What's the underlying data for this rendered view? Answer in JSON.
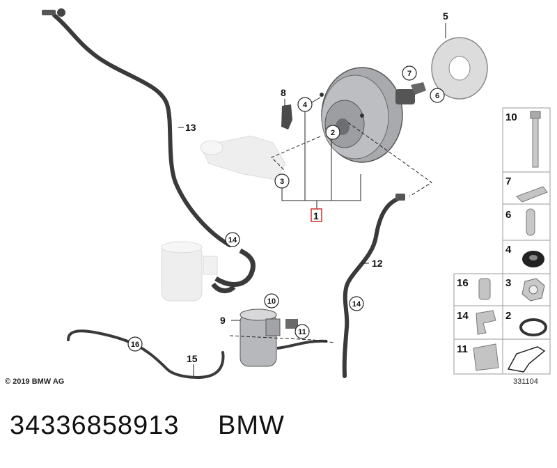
{
  "diagram": {
    "callouts": {
      "c1": "1",
      "c2": "2",
      "c3": "3",
      "c4": "4",
      "c5": "5",
      "c6": "6",
      "c7": "7",
      "c8": "8",
      "c9": "9",
      "c10": "10",
      "c11": "11",
      "c12": "12",
      "c13": "13",
      "c14a": "14",
      "c14b": "14",
      "c15": "15",
      "c16": "16"
    },
    "parts_grid": {
      "cells": [
        "10",
        "7",
        "6",
        "4",
        "16",
        "3",
        "14",
        "2",
        "11"
      ]
    },
    "highlight_color": "#d0302a"
  },
  "footer": {
    "copyright": "© 2019 BMW AG",
    "reference": "331104"
  },
  "part": {
    "number": "34336858913",
    "brand": "BMW"
  }
}
